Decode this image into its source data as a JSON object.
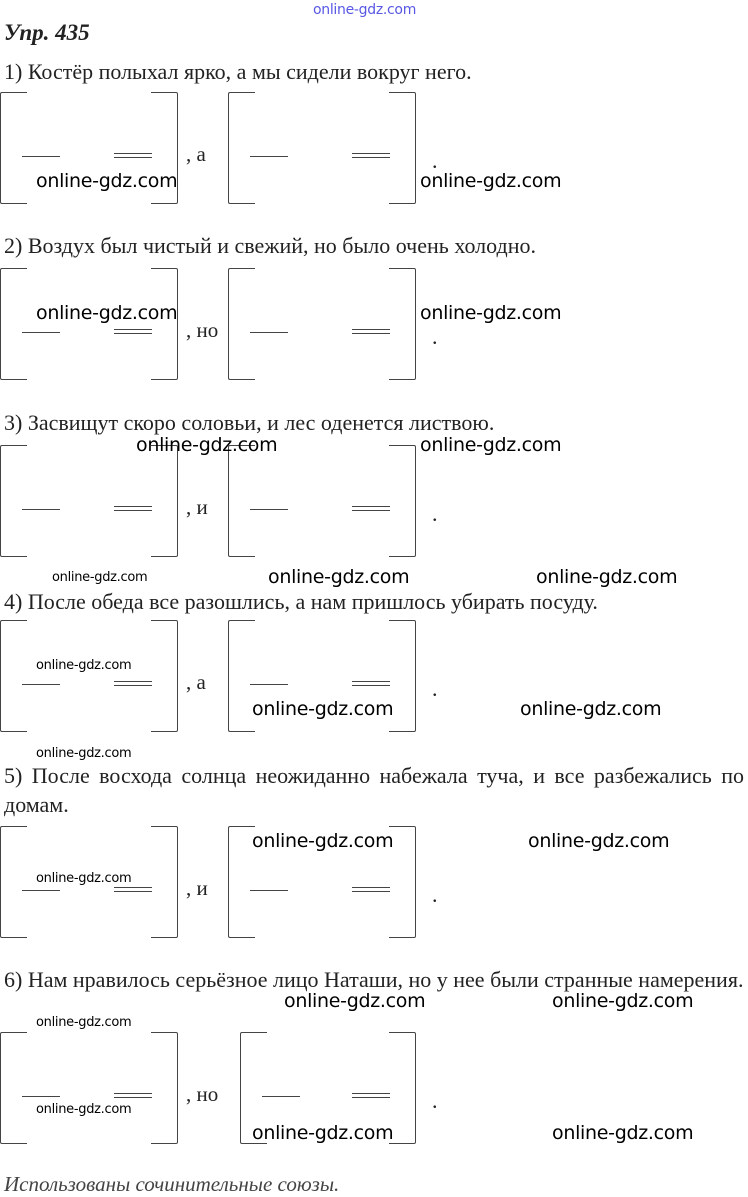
{
  "title": "Упр. 435",
  "watermark": "online-gdz.com",
  "sentences": [
    {
      "text": "1) Костёр полыхал ярко, а мы сидели вокруг него.",
      "conjunction": ", а",
      "end": "."
    },
    {
      "text": "2) Воздух был чистый и свежий, но было очень холодно.",
      "conjunction": ", но",
      "end": "."
    },
    {
      "text": "3) Засвищут скоро соловьи, и лес оденется листвою.",
      "conjunction": ", и",
      "end": "."
    },
    {
      "text": "4) После обеда все разошлись, а нам пришлось убирать посуду.",
      "conjunction": ", а",
      "end": "."
    },
    {
      "text": "5) После восхода солнца неожиданно набежала туча, и все разбежались по домам.",
      "conjunction": ", и",
      "end": "."
    },
    {
      "text": "6) Нам нравилось серьёзное лицо Наташи, но у нее были странные намерения.",
      "conjunction": ", но",
      "end": "."
    }
  ],
  "footer": "Использованы сочинительные союзы."
}
